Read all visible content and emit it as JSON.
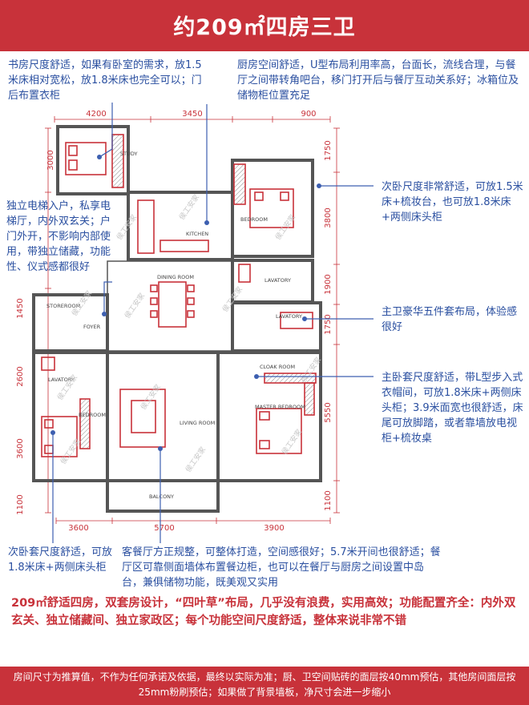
{
  "header": {
    "title": "约209㎡四房三卫"
  },
  "notes": {
    "study": "书房尺度舒适，如果有卧室的需求，放1.5米床相对宽松，放1.8米床也完全可以；门后布置衣柜",
    "kitchen": "厨房空间舒适，U型布局利用率高，台面长，流线合理，与餐厅之间带转角吧台，移门打开后与餐厅互动关系好；冰箱位及储物柜位置充足",
    "entry": "独立电梯入户，私享电梯厅，内外双玄关；户门外开，不影响内部使用，带独立储藏，功能性、仪式感都很好",
    "second_bedroom": "次卧尺度非常舒适，可放1.5米床+梳妆台，也可放1.8米床+两侧床头柜",
    "master_bath": "主卫豪华五件套布局，体验感很好",
    "master_suite": "主卧套尺度舒适，带L型步入式衣帽间，可放1.8米床+两侧床头柜；3.9米面宽也很舒适，床尾可放脚踏，或者靠墙放电视柜+梳妆桌",
    "sub_suite": "次卧套尺度舒适，可放1.8米床+两侧床头柜",
    "living": "客餐厅方正规整，可整体打造，空间感很好；5.7米开间也很舒适；餐厅区可靠侧面墙体布置餐边柜，也可以在餐厅与厨房之间设置中岛台，兼俱储物功能，既美观又实用"
  },
  "summary": "209㎡舒适四房，双套房设计，“四叶草”布局，几乎没有浪费，实用高效；功能配置齐全：内外双玄关、独立储藏间、独立家政区；每个功能空间尺度舒适，整体来说非常不错",
  "footer": "房间尺寸为推算值，不作为任何承诺及依据，最终以实际为准；厨、卫空间贴砖的面层按40mm预估，其他房间面层按25mm粉刷预估；如果做了背景墙板，净尺寸会进一步缩小",
  "plan": {
    "dims_top": [
      "4200",
      "3450",
      "900"
    ],
    "dims_bottom": [
      "3600",
      "5700",
      "3900"
    ],
    "dims_left": [
      "3000",
      "1450",
      "2600",
      "3600",
      "1100"
    ],
    "dims_right": [
      "1750",
      "3800",
      "1900",
      "1750",
      "5550",
      "1100"
    ],
    "rooms": {
      "study": "STUDY",
      "kitchen": "KITCHEN",
      "bedroom_ne": "BEDROOM",
      "dining": "DINING ROOM",
      "lavatory_e": "LAVATORY",
      "storeroom": "STOREROOM",
      "foyer": "FOYER",
      "lavatory_mid": "LAVATORY",
      "cloak": "CLOAK ROOM",
      "lavatory_w": "LAVATORY",
      "bedroom_w": "BEDROOM",
      "living": "LIVING ROOM",
      "master": "MASTER BEDROOM",
      "balcony": "BALCONY"
    },
    "watermark": "侯工安家"
  },
  "colors": {
    "accent": "#c8323a",
    "note_text": "#2a4fa0",
    "dimension": "#c8323a"
  }
}
